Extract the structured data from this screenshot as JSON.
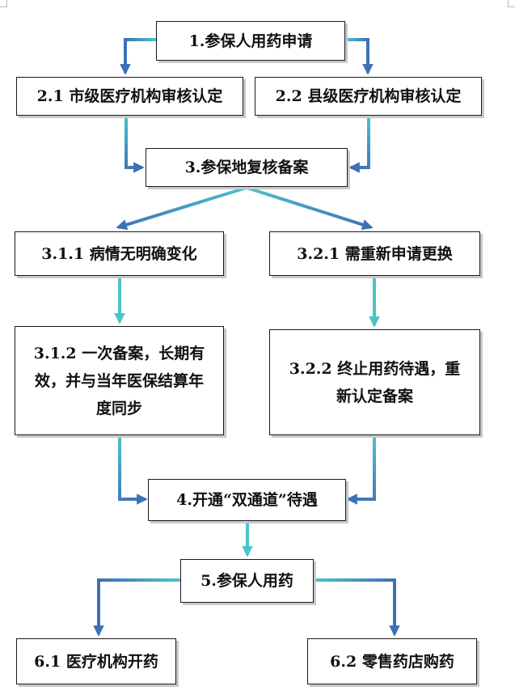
{
  "nodes": {
    "n1": "1.参保人用药申请",
    "n21": "2.1 市级医疗机构审核认定",
    "n22": "2.2 县级医疗机构审核认定",
    "n3": "3.参保地复核备案",
    "n311": "3.1.1 病情无明确变化",
    "n321": "3.2.1 需重新申请更换",
    "n312": "3.1.2 一次备案，长期有效，并与当年医保结算年度同步",
    "n322": "3.2.2 终止用药待遇，重新认定备案",
    "n4": "4.开通“双通道”待遇",
    "n5": "5.参保人用药",
    "n61": "6.1 医疗机构开药",
    "n62": "6.2 零售药店购药"
  },
  "colors": {
    "arrow_dark": "#3f70b6",
    "arrow_light": "#4cc3c9",
    "box_border": "#1a1a1a",
    "box_shadow": "#c8c8c8"
  }
}
